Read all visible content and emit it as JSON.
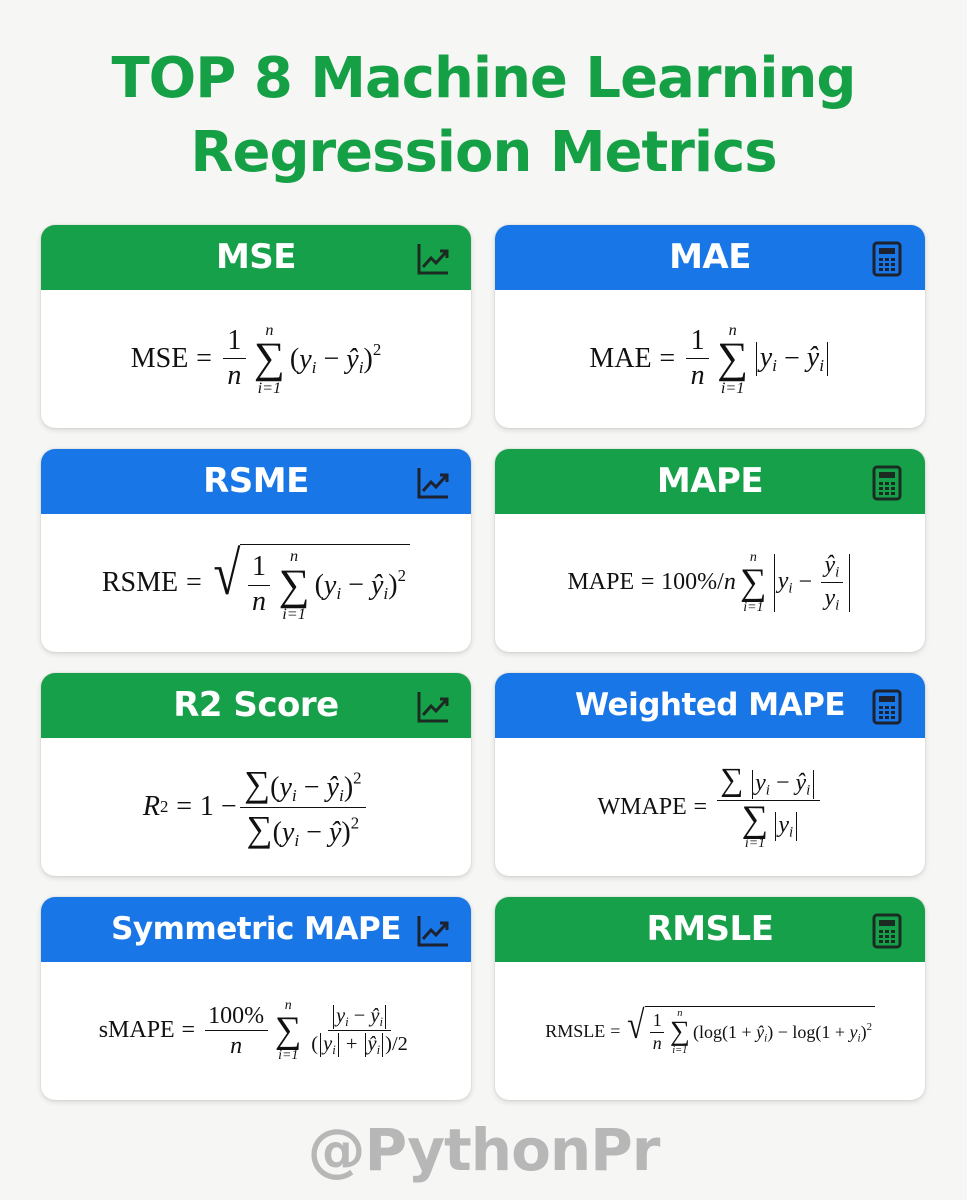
{
  "page": {
    "title_line1": "TOP 8 Machine Learning",
    "title_line2": "Regression Metrics",
    "watermark": "@PythonPr",
    "colors": {
      "title": "#15a046",
      "green_header": "#16a049",
      "blue_header": "#1976e6",
      "background": "#f6f6f4",
      "watermark": "#b7b7b7"
    }
  },
  "cards": [
    {
      "title": "MSE",
      "header_color": "green",
      "icon": "line-chart-icon",
      "formula_label": "MSE"
    },
    {
      "title": "MAE",
      "header_color": "blue",
      "icon": "calculator-icon",
      "formula_label": "MAE"
    },
    {
      "title": "RSME",
      "header_color": "blue",
      "icon": "line-chart-icon",
      "formula_label": "RSME"
    },
    {
      "title": "MAPE",
      "header_color": "green",
      "icon": "calculator-icon",
      "formula_label": "MAPE",
      "formula_prefix": "100%/"
    },
    {
      "title": "R2 Score",
      "header_color": "green",
      "icon": "line-chart-icon",
      "formula_label": "R"
    },
    {
      "title": "Weighted MAPE",
      "header_color": "blue",
      "icon": "calculator-icon",
      "formula_label": "WMAPE"
    },
    {
      "title": "Symmetric MAPE",
      "header_color": "blue",
      "icon": "line-chart-icon",
      "formula_label": "sMAPE",
      "formula_numerator": "100%"
    },
    {
      "title": "RMSLE",
      "header_color": "green",
      "icon": "calculator-icon",
      "formula_label": "RMSLE"
    }
  ]
}
